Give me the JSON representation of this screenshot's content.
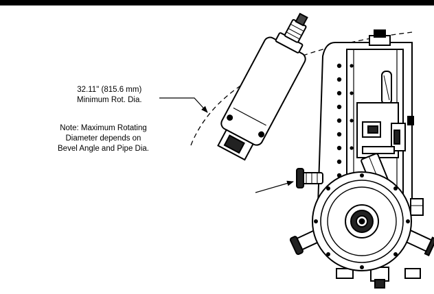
{
  "diagram": {
    "dimension_label": {
      "line1": "32.11\" (815.6 mm)",
      "line2": "Minimum Rot. Dia."
    },
    "note_label": {
      "line1": "Note: Maximum Rotating",
      "line2": "Diameter depends on",
      "line3": "Bevel Angle and Pipe Dia."
    }
  }
}
